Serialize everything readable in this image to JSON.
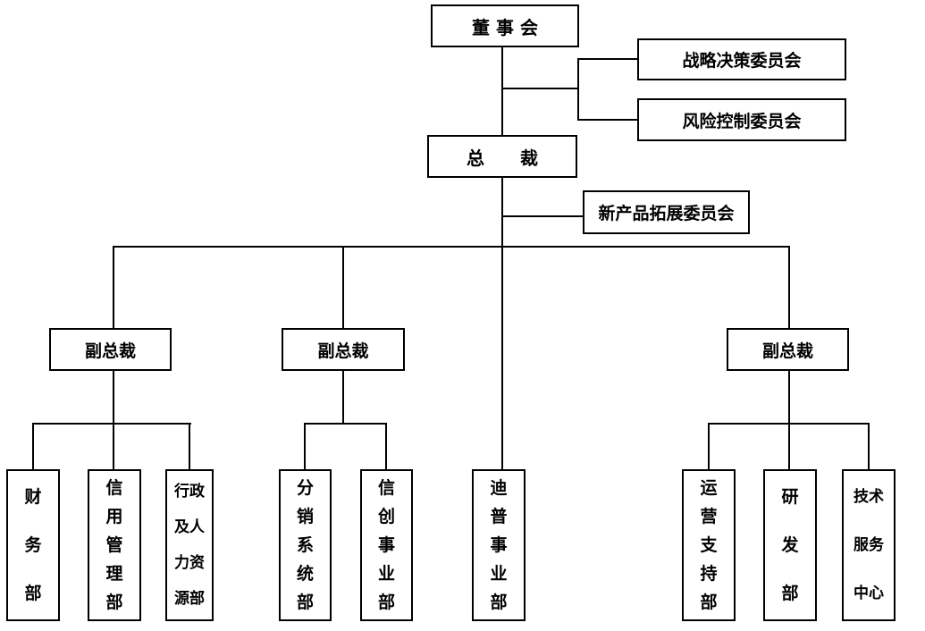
{
  "diagram": {
    "type": "org-chart",
    "background_color": "#ffffff",
    "line_color": "#000000",
    "nodes": {
      "board": "董 事 会",
      "strategy_committee": "战略决策委员会",
      "risk_committee": "风险控制委员会",
      "president": "总　　裁",
      "new_product_committee": "新产品拓展委员会",
      "vp_left": "副总裁",
      "vp_middle": "副总裁",
      "vp_right": "副总裁",
      "finance_dept": "财\n务\n部",
      "credit_mgmt_dept": "信\n用\n管\n理\n部",
      "admin_hr_dept": "行政\n及人\n力资\n源部",
      "distribution_sys_dept": "分\n销\n系\n统\n部",
      "xinchuang_business_dept": "信\n创\n事\n业\n部",
      "dipu_business_dept": "迪\n普\n事\n业\n部",
      "ops_support_dept": "运\n营\n支\n持\n部",
      "rnd_dept": "研\n发\n部",
      "tech_service_center": "技术\n服务\n中心"
    }
  }
}
